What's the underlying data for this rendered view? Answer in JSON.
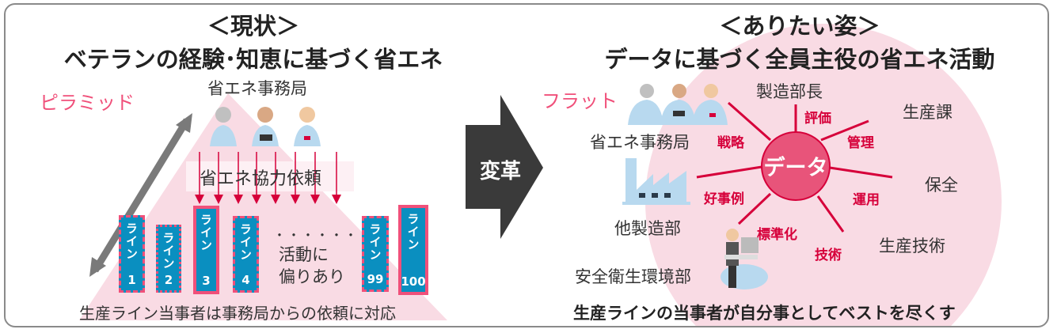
{
  "left": {
    "title": "＜現状＞",
    "subtitle": "ベテランの経験･知恵に基づく省エネ",
    "structure_label": "ピラミッド",
    "office_label": "省エネ事務局",
    "request_label": "省エネ協力依頼",
    "lines": [
      {
        "name": "ライン",
        "num": "1"
      },
      {
        "name": "ライン",
        "num": "2"
      },
      {
        "name": "ライン",
        "num": "3"
      },
      {
        "name": "ライン",
        "num": "4"
      },
      {
        "name": "ライン",
        "num": "99"
      },
      {
        "name": "ライン",
        "num": "100"
      }
    ],
    "ellipsis": "・・・・・・",
    "note_1": "活動に",
    "note_2": "偏りあり",
    "footer": "生産ライン当事者は事務局からの依頼に対応"
  },
  "transform_label": "変革",
  "right": {
    "title": "＜ありたい姿＞",
    "subtitle": "データに基づく全員主役の省エネ活動",
    "structure_label": "フラット",
    "center": "データ",
    "nodes": {
      "office": "省エネ事務局",
      "manager": "製造部長",
      "production": "生産課",
      "maintenance": "保全",
      "engineering": "生産技術",
      "safety": "安全衛生環境部",
      "other": "他製造部"
    },
    "links": {
      "strategy": "戦略",
      "evaluation": "評価",
      "management": "管理",
      "operation": "運用",
      "technology": "技術",
      "standardization": "標準化",
      "good_practice": "好事例"
    },
    "footer": "生産ラインの当事者が自分事としてベストを尽くす"
  },
  "colors": {
    "accent": "#f0507a",
    "red": "#d6003a",
    "line_blue": "#0a8fc0",
    "pink_bg": "#f9dbe4",
    "data_circle": "#e8547a"
  }
}
